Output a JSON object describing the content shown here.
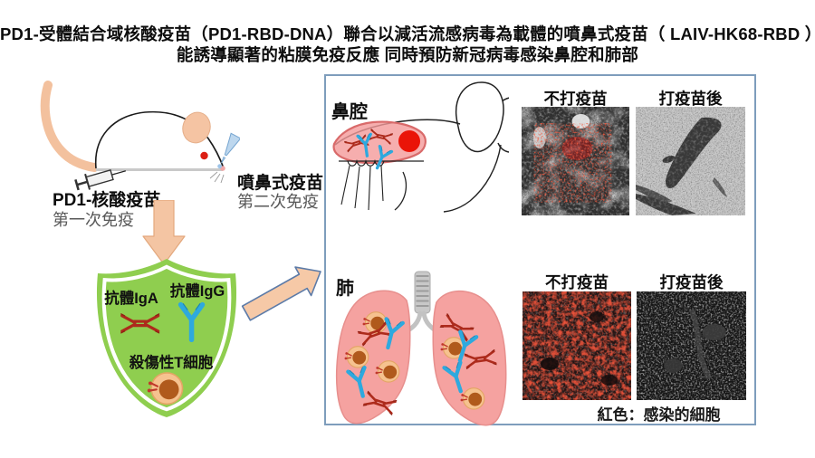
{
  "figure": {
    "title_line1": "PD1-受體結合域核酸疫苗（PD1-RBD-DNA）聯合以減活流感病毒為載體的噴鼻式疫苗（ LAIV-HK68-RBD ）",
    "title_line2": "能誘導顯著的粘膜免疫反應 同時預防新冠病毒感染鼻腔和肺部"
  },
  "immunization": {
    "prime_label": "PD1-核酸疫苗",
    "prime_sub": "第一次免疫",
    "boost_label": "噴鼻式疫苗",
    "boost_sub": "第二次免疫"
  },
  "immune_response": {
    "iga_label": "抗體IgA",
    "igg_label": "抗體IgG",
    "tcell_label": "殺傷性T細胞"
  },
  "results_panel": {
    "nasal_section_label": "鼻腔",
    "lung_section_label": "肺",
    "unvaccinated_label": "不打疫苗",
    "vaccinated_label": "打疫苗後",
    "caption": "紅色：感染的細胞"
  },
  "colors": {
    "arrow_peach": "#F5C7A4",
    "shield_green": "#8FCE4F",
    "iga_red": "#AD2B1C",
    "igg_blue": "#2EA9DE",
    "lung_pink": "#F5A2A0",
    "infected_red": "#E8150D",
    "panel_border": "#7E9DBC"
  }
}
